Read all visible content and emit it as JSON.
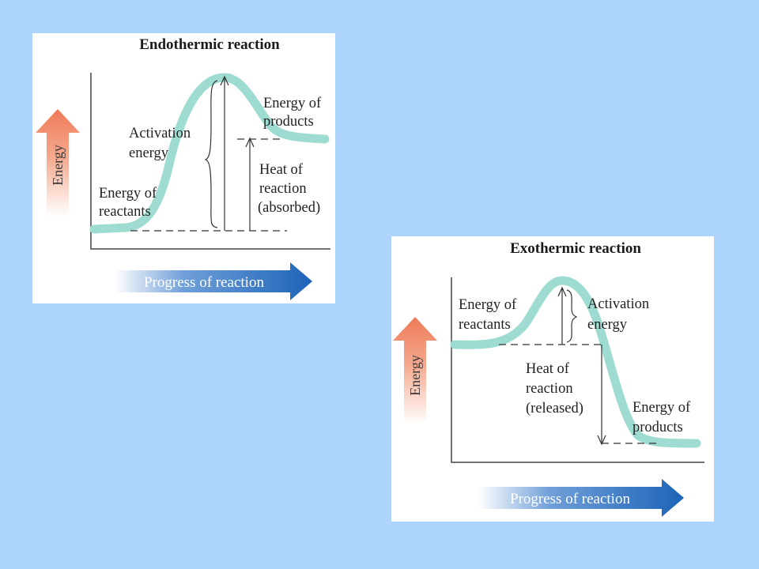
{
  "colors": {
    "background": "#acd4fc",
    "curve": "#9edcd2",
    "energy_arrow": "#f0805c",
    "progress_arrow": "#1d63b8"
  },
  "endothermic": {
    "title": "Endothermic reaction",
    "energy_label": "Energy",
    "progress_label": "Progress of reaction",
    "labels": {
      "activation_1": "Activation",
      "activation_2": "energy",
      "products_1": "Energy of",
      "products_2": "products",
      "reactants_1": "Energy of",
      "reactants_2": "reactants",
      "heat_1": "Heat of",
      "heat_2": "reaction",
      "heat_3": "(absorbed)"
    }
  },
  "exothermic": {
    "title": "Exothermic reaction",
    "energy_label": "Energy",
    "progress_label": "Progress of reaction",
    "labels": {
      "reactants_1": "Energy of",
      "reactants_2": "reactants",
      "activation_1": "Activation",
      "activation_2": "energy",
      "heat_1": "Heat of",
      "heat_2": "reaction",
      "heat_3": "(released)",
      "products_1": "Energy of",
      "products_2": "products"
    }
  }
}
